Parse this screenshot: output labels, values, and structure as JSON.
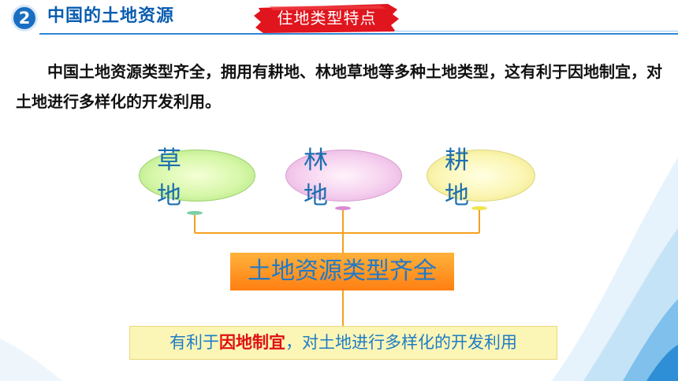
{
  "header": {
    "section_number": "2",
    "section_title": "中国的土地资源",
    "badge": "住地类型特点"
  },
  "intro": {
    "text": "中国土地资源类型齐全，拥用有耕地、林地草地等多种土地类型，这有利于因地制宜，对土地进行多样化的开发利用。"
  },
  "diagram": {
    "land_types": [
      "草 地",
      "林 地",
      "耕 地"
    ],
    "main_label": "土地资源类型齐全",
    "conclusion": {
      "prefix": "有利于",
      "highlight": "因地制宜",
      "suffix": "，对土地进行多样化的开发利用"
    }
  },
  "colors": {
    "title_blue": "#0a5db0",
    "badge_red": "#e0151d",
    "connector_orange": "#f5a020",
    "label_blue": "#1c6fb0",
    "highlight_red": "#e01010"
  }
}
